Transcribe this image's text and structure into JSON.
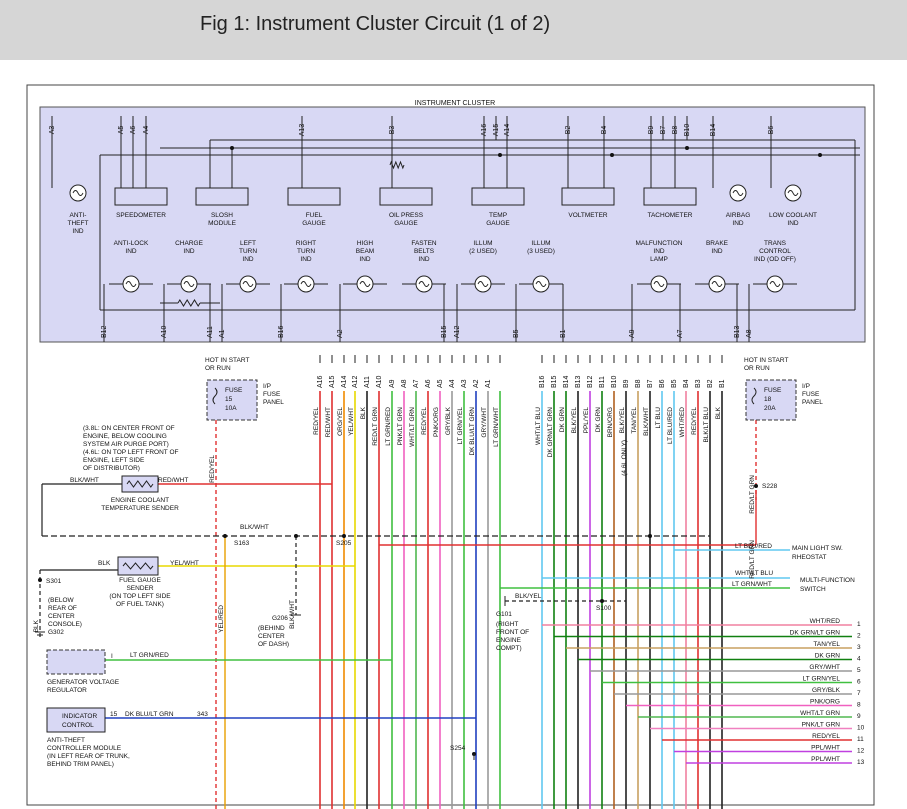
{
  "page": {
    "title": "Fig 1: Instrument Cluster Circuit (1 of 2)"
  },
  "cluster": {
    "label": "INSTRUMENT CLUSTER",
    "top_pins": [
      {
        "name": "A3",
        "color": "#222"
      },
      {
        "name": "A5",
        "color": "#222"
      },
      {
        "name": "A6",
        "color": "#222"
      },
      {
        "name": "A4",
        "color": "#222"
      },
      {
        "name": "A13",
        "color": "#222"
      },
      {
        "name": "B3",
        "color": "#222"
      },
      {
        "name": "A16",
        "color": "#222"
      },
      {
        "name": "A15",
        "color": "#222"
      },
      {
        "name": "A14",
        "color": "#222"
      },
      {
        "name": "B2",
        "color": "#222"
      },
      {
        "name": "B4",
        "color": "#222"
      },
      {
        "name": "B9",
        "color": "#222"
      },
      {
        "name": "B7",
        "color": "#222"
      },
      {
        "name": "B8",
        "color": "#222"
      },
      {
        "name": "B10",
        "color": "#222"
      },
      {
        "name": "B14",
        "color": "#222"
      },
      {
        "name": "B6",
        "color": "#222"
      }
    ],
    "upper_components": [
      {
        "label1": "ANTI-",
        "label2": "THEFT",
        "label3": "IND",
        "kind": "lamp"
      },
      {
        "label1": "SPEEDOMETER",
        "label2": "",
        "label3": "",
        "kind": "box"
      },
      {
        "label1": "SLOSH",
        "label2": "MODULE",
        "label3": "",
        "kind": "box"
      },
      {
        "label1": "FUEL",
        "label2": "GAUGE",
        "label3": "",
        "kind": "box"
      },
      {
        "label1": "OIL PRESS",
        "label2": "GAUGE",
        "label3": "",
        "kind": "box"
      },
      {
        "label1": "TEMP",
        "label2": "GAUGE",
        "label3": "",
        "kind": "box"
      },
      {
        "label1": "VOLTMETER",
        "label2": "",
        "label3": "",
        "kind": "box"
      },
      {
        "label1": "TACHOMETER",
        "label2": "",
        "label3": "",
        "kind": "box"
      },
      {
        "label1": "AIRBAG",
        "label2": "IND",
        "label3": "",
        "kind": "lamp"
      },
      {
        "label1": "LOW COOLANT",
        "label2": "IND",
        "label3": "",
        "kind": "lamp"
      }
    ],
    "lower_components": [
      {
        "label1": "ANTI-LOCK",
        "label2": "IND",
        "label3": ""
      },
      {
        "label1": "CHARGE",
        "label2": "IND",
        "label3": ""
      },
      {
        "label1": "LEFT",
        "label2": "TURN",
        "label3": "IND"
      },
      {
        "label1": "RIGHT",
        "label2": "TURN",
        "label3": "IND"
      },
      {
        "label1": "HIGH",
        "label2": "BEAM",
        "label3": "IND"
      },
      {
        "label1": "FASTEN",
        "label2": "BELTS",
        "label3": "IND"
      },
      {
        "label1": "ILLUM",
        "label2": "(2 USED)",
        "label3": ""
      },
      {
        "label1": "ILLUM",
        "label2": "(3 USED)",
        "label3": ""
      },
      {
        "label1": "MALFUNCTION",
        "label2": "IND",
        "label3": "LAMP"
      },
      {
        "label1": "BRAKE",
        "label2": "IND",
        "label3": ""
      },
      {
        "label1": "TRANS",
        "label2": "CONTROL",
        "label3": "IND (OD OFF)"
      }
    ],
    "bottom_pins": [
      "B12",
      "A10",
      "A11",
      "A1",
      "B16",
      "A2",
      "B15",
      "A12",
      "B5",
      "B1",
      "A9",
      "A7",
      "B13",
      "A8"
    ]
  },
  "connectors": [
    {
      "pin": "A16",
      "wire": "RED/YEL",
      "color": "#e03030"
    },
    {
      "pin": "A15",
      "wire": "RED/WHT",
      "color": "#e03030"
    },
    {
      "pin": "A14",
      "wire": "ORG/YEL",
      "color": "#f08a00"
    },
    {
      "pin": "A12",
      "wire": "YEL/WHT",
      "color": "#e8d800"
    },
    {
      "pin": "A11",
      "wire": "BLK",
      "color": "#222222"
    },
    {
      "pin": "A10",
      "wire": "RED/LT GRN",
      "color": "#e03030"
    },
    {
      "pin": "A9",
      "wire": "LT GRN/RED",
      "color": "#40c040"
    },
    {
      "pin": "A8",
      "wire": "PNK/LT GRN",
      "color": "#f060c0"
    },
    {
      "pin": "A7",
      "wire": "WHT/LT GRN",
      "color": "#50b850"
    },
    {
      "pin": "A6",
      "wire": "RED/YEL",
      "color": "#e03030"
    },
    {
      "pin": "A5",
      "wire": "PNK/ORG",
      "color": "#f060c0"
    },
    {
      "pin": "A4",
      "wire": "GRY/BLK",
      "color": "#999999"
    },
    {
      "pin": "A3",
      "wire": "LT GRN/YEL",
      "color": "#40c040"
    },
    {
      "pin": "A2",
      "wire": "DK BLU/LT GRN",
      "color": "#2040c0"
    },
    {
      "pin": "A1",
      "wire": "GRY/WHT",
      "color": "#999999"
    },
    {
      "pin": "",
      "wire": "LT GRN/WHT",
      "color": "#40c040"
    },
    {
      "pin": "B16",
      "wire": "WHT/LT BLU",
      "color": "#60c8f0"
    },
    {
      "pin": "B15",
      "wire": "DK GRN/LT GRN",
      "color": "#108010"
    },
    {
      "pin": "B14",
      "wire": "DK GRN",
      "color": "#108010"
    },
    {
      "pin": "B13",
      "wire": "BLK/YEL",
      "color": "#222222"
    },
    {
      "pin": "B12",
      "wire": "PPL/YEL",
      "color": "#c040e0"
    },
    {
      "pin": "B11",
      "wire": "DK GRN",
      "color": "#108010"
    },
    {
      "pin": "B10",
      "wire": "BRN/ORG",
      "color": "#b06020"
    },
    {
      "pin": "B9",
      "wire": "BLK/YEL",
      "color": "#222222"
    },
    {
      "pin": "B8",
      "wire": "TAN/YEL",
      "color": "#c8a060"
    },
    {
      "pin": "B7",
      "wire": "BLK/WHT",
      "color": "#222222"
    },
    {
      "pin": "B6",
      "wire": "LT BLU",
      "color": "#60c8f0"
    },
    {
      "pin": "B5",
      "wire": "LT BLU/RED",
      "color": "#60c8f0"
    },
    {
      "pin": "B4",
      "wire": "WHT/RED",
      "color": "#f080a0"
    },
    {
      "pin": "B3",
      "wire": "RED/YEL",
      "color": "#e03030"
    },
    {
      "pin": "B2",
      "wire": "BLK/LT BLU",
      "color": "#222222"
    },
    {
      "pin": "B1",
      "wire": "BLK",
      "color": "#222222"
    }
  ],
  "fuse_left": {
    "hot": "HOT IN START",
    "hot2": "OR RUN",
    "fuse": "FUSE",
    "num": "15",
    "amps": "10A",
    "panel1": "I/P",
    "panel2": "FUSE",
    "panel3": "PANEL"
  },
  "fuse_right": {
    "hot": "HOT IN START",
    "hot2": "OR RUN",
    "fuse": "FUSE",
    "num": "18",
    "amps": "20A",
    "panel1": "I/P",
    "panel2": "FUSE",
    "panel3": "PANEL"
  },
  "notes": {
    "coolant_note": [
      "(3.8L: ON CENTER FRONT OF",
      "ENGINE, BELOW COOLING",
      "SYSTEM AIR PURGE PORT)",
      "(4.6L: ON TOP LEFT FRONT OF",
      "ENGINE, LEFT SIDE",
      "OF DISTRIBUTOR)"
    ],
    "coolant_sender": [
      "ENGINE COOLANT",
      "TEMPERATURE SENDER"
    ],
    "fuel_sender": [
      "FUEL GAUGE",
      "SENDER",
      "(ON TOP LEFT SIDE",
      "OF FUEL TANK)"
    ],
    "s301": "S301",
    "s301_note": [
      "(BELOW",
      "REAR OF",
      "CENTER",
      "CONSOLE)"
    ],
    "g302": "G302",
    "g206": "G206",
    "g206_note": [
      "(BEHIND",
      "CENTER",
      "OF DASH)"
    ],
    "g101": "G101",
    "g101_note": [
      "(RIGHT",
      "FRONT OF",
      "ENGINE",
      "COMPT)"
    ],
    "s100": "S100",
    "s163": "S163",
    "s205": "S205",
    "s228": "S228",
    "s254": "S254",
    "alt_4_6": "(4.6L ONLY)",
    "main_light_sw": [
      "MAIN LIGHT SW.",
      "RHEOSTAT"
    ],
    "multi_func": [
      "MULTI-FUNCTION",
      "SWITCH"
    ],
    "gen_reg": [
      "GENERATOR VOLTAGE",
      "REGULATOR"
    ],
    "indicator": [
      "INDICATOR",
      "CONTROL"
    ],
    "antitheft_module": [
      "ANTI-THEFT",
      "CONTROLLER MODULE",
      "(IN LEFT REAR OF TRUNK,",
      "BEHIND TRIM PANEL)"
    ],
    "pin15": "15",
    "pin343": "343",
    "pin1": "I"
  },
  "wire_labels": {
    "blk_wht_1": "BLK/WHT",
    "red_wht_1": "RED/WHT",
    "blk_wht_2": "BLK/WHT",
    "blk_1": "BLK",
    "yel_wht_1": "YEL/WHT",
    "blk_2": "BLK",
    "yel_red": "YEL/RED",
    "blk_wht_3": "BLK/WHT",
    "red_yel_fuse": "RED/YEL",
    "red_lt_grn_1": "RED/LT GRN",
    "red_lt_grn_2": "RED/LT GRN",
    "lt_grn_red_gen": "LT GRN/RED",
    "dk_blu_lt_grn": "DK BLU/LT GRN",
    "lt_blu_red": "LT BLU/RED",
    "wht_lt_blu": "WHT/LT BLU",
    "lt_grn_wht": "LT GRN/WHT",
    "blk_yel_g101": "BLK/YEL"
  },
  "right_list": [
    {
      "num": "1",
      "label": "WHT/RED",
      "color": "#f080a0"
    },
    {
      "num": "2",
      "label": "DK GRN/LT GRN",
      "color": "#108010"
    },
    {
      "num": "3",
      "label": "TAN/YEL",
      "color": "#c8a060"
    },
    {
      "num": "4",
      "label": "DK GRN",
      "color": "#108010"
    },
    {
      "num": "5",
      "label": "GRY/WHT",
      "color": "#999999"
    },
    {
      "num": "6",
      "label": "LT GRN/YEL",
      "color": "#40c040"
    },
    {
      "num": "7",
      "label": "GRY/BLK",
      "color": "#999999"
    },
    {
      "num": "8",
      "label": "PNK/ORG",
      "color": "#f060c0"
    },
    {
      "num": "9",
      "label": "WHT/LT GRN",
      "color": "#50b850"
    },
    {
      "num": "10",
      "label": "PNK/LT GRN",
      "color": "#f080c0"
    },
    {
      "num": "11",
      "label": "RED/YEL",
      "color": "#e03030"
    },
    {
      "num": "12",
      "label": "PPL/WHT",
      "color": "#c040e0"
    },
    {
      "num": "13",
      "label": "PPL/WHT",
      "color": "#c040e0"
    }
  ],
  "colors": {
    "cluster_fill": "#d8d8f4",
    "cluster_border": "#555555",
    "title_bar": "#d6d6d6"
  }
}
